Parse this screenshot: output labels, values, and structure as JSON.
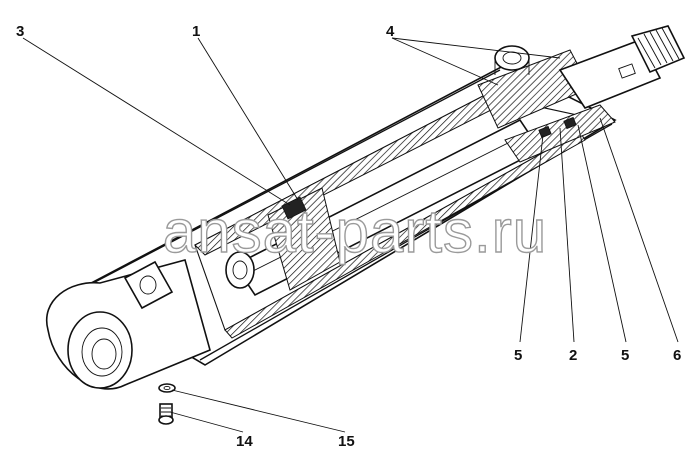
{
  "diagram": {
    "watermark": "ansat-parts.ru",
    "callouts": [
      {
        "id": "callout-1",
        "label": "1"
      },
      {
        "id": "callout-2",
        "label": "2"
      },
      {
        "id": "callout-3",
        "label": "3"
      },
      {
        "id": "callout-4",
        "label": "4"
      },
      {
        "id": "callout-5a",
        "label": "5"
      },
      {
        "id": "callout-5b",
        "label": "5"
      },
      {
        "id": "callout-6",
        "label": "6"
      },
      {
        "id": "callout-14",
        "label": "14"
      },
      {
        "id": "callout-15",
        "label": "15"
      }
    ]
  }
}
